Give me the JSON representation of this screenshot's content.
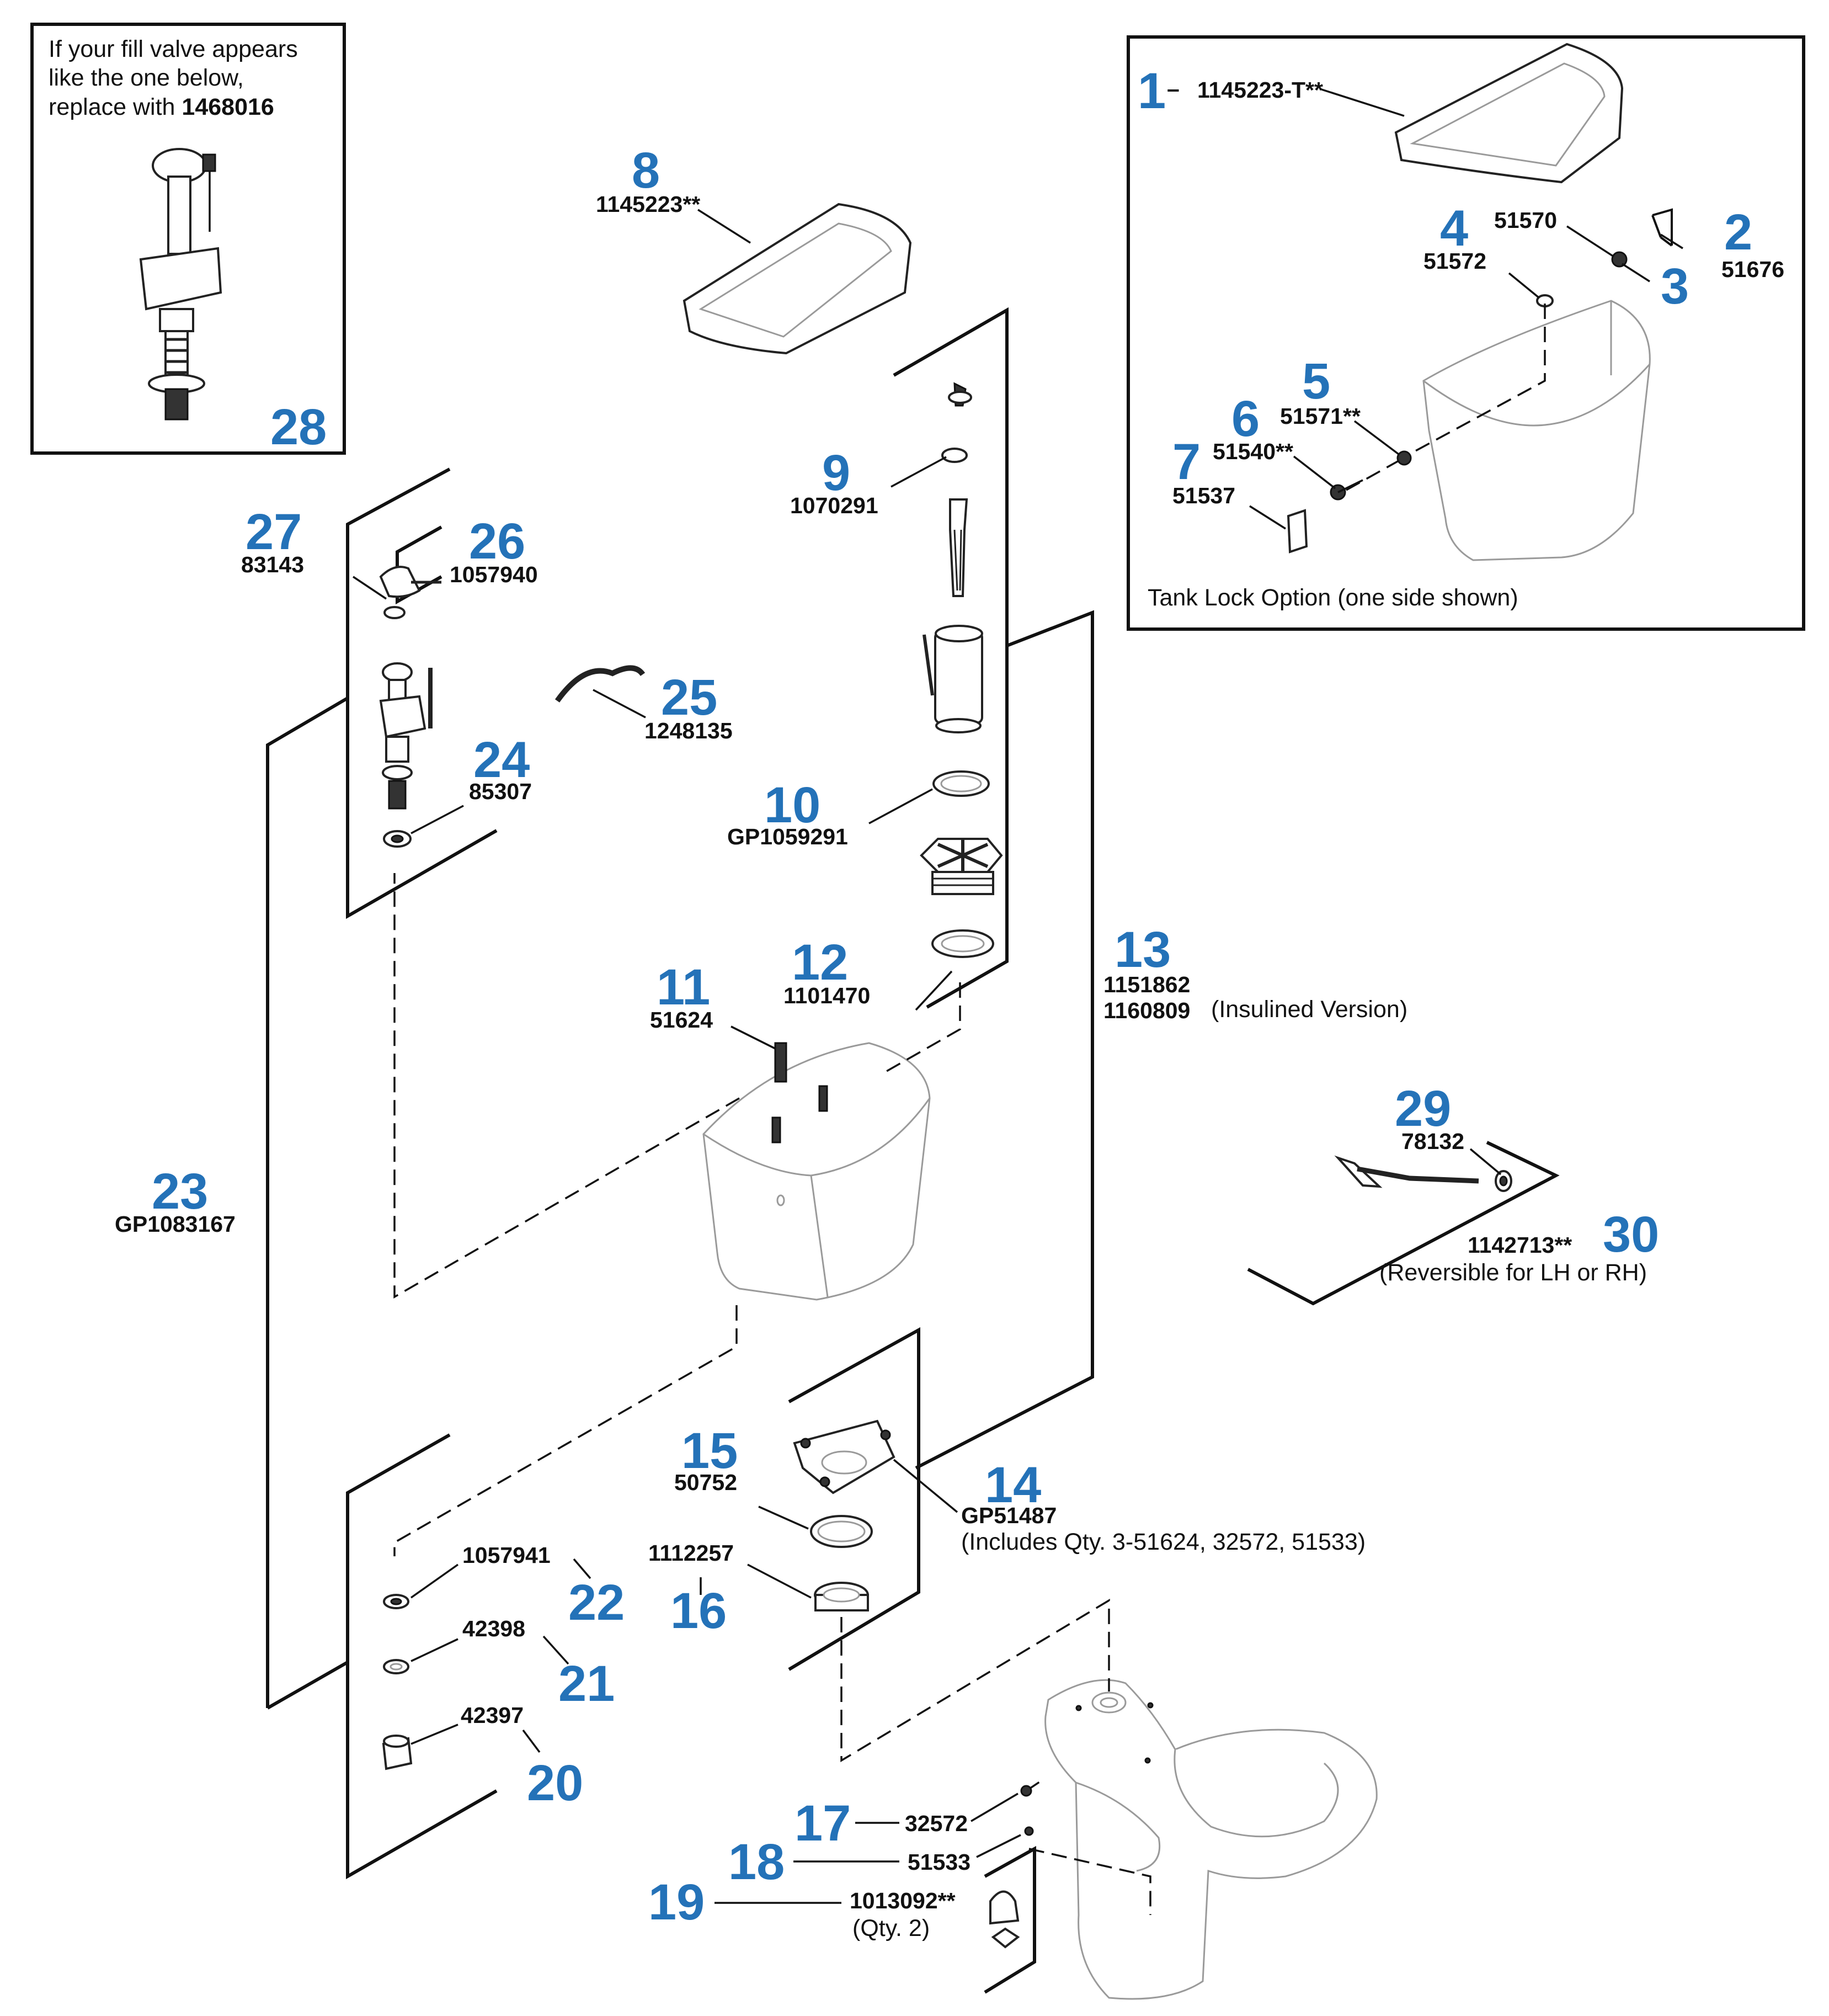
{
  "callouts": [
    {
      "num": "1",
      "part": "1145223-T**"
    },
    {
      "num": "2",
      "part": "51676"
    },
    {
      "num": "3",
      "part": ""
    },
    {
      "num": "4",
      "part": "51572"
    },
    {
      "num": "5",
      "part": "51571**"
    },
    {
      "num": "6",
      "part": "51540**"
    },
    {
      "num": "7",
      "part": "51537"
    },
    {
      "num": "8",
      "part": "1145223**"
    },
    {
      "num": "9",
      "part": "1070291"
    },
    {
      "num": "10",
      "part": "GP1059291"
    },
    {
      "num": "11",
      "part": "51624"
    },
    {
      "num": "12",
      "part": "1101470"
    },
    {
      "num": "13",
      "part": "1151862",
      "part2": "1160809",
      "note": "(Insulined Version)"
    },
    {
      "num": "14",
      "part": "GP51487",
      "note": "(Includes Qty. 3-51624, 32572, 51533)"
    },
    {
      "num": "15",
      "part": "50752"
    },
    {
      "num": "16",
      "part": "1112257"
    },
    {
      "num": "17",
      "part": "32572"
    },
    {
      "num": "18",
      "part": "51533"
    },
    {
      "num": "19",
      "part": "1013092**",
      "note": "(Qty. 2)"
    },
    {
      "num": "20",
      "part": "42397"
    },
    {
      "num": "21",
      "part": "42398"
    },
    {
      "num": "22",
      "part": "1057941"
    },
    {
      "num": "23",
      "part": "GP1083167"
    },
    {
      "num": "24",
      "part": "85307"
    },
    {
      "num": "25",
      "part": "1248135"
    },
    {
      "num": "26",
      "part": "1057940"
    },
    {
      "num": "27",
      "part": "83143"
    },
    {
      "num": "28",
      "part": "1468016"
    },
    {
      "num": "29",
      "part": "78132"
    },
    {
      "num": "30",
      "part": "1142713**",
      "note": "(Reversible for LH or RH)"
    }
  ],
  "extra_part_3": "51570",
  "fill_valve_box": {
    "line1": "If your fill valve appears",
    "line2": "like the one below,",
    "line3_prefix": "replace with",
    "line3_part": "1468016"
  },
  "tank_lock_box": {
    "caption": "Tank Lock Option (one side shown)"
  },
  "colors": {
    "callout_number": "#2472b8",
    "line": "#111111"
  }
}
